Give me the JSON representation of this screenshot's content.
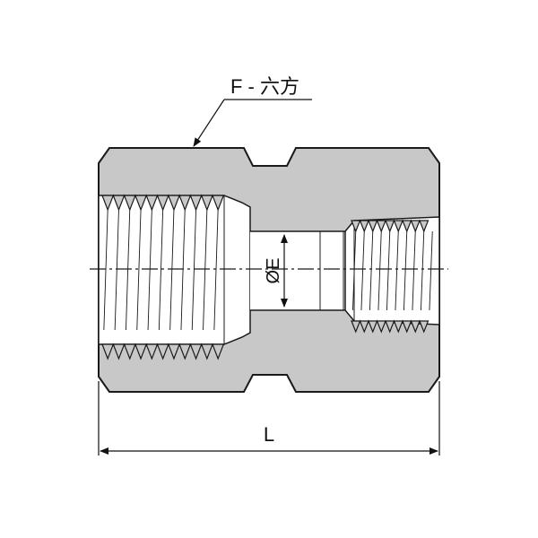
{
  "labels": {
    "hex": "F - 六方",
    "bore_diameter": "ØE",
    "length": "L"
  },
  "colors": {
    "body_fill": "#c8c8c8",
    "outline": "#1a1a1a",
    "background": "#ffffff"
  }
}
